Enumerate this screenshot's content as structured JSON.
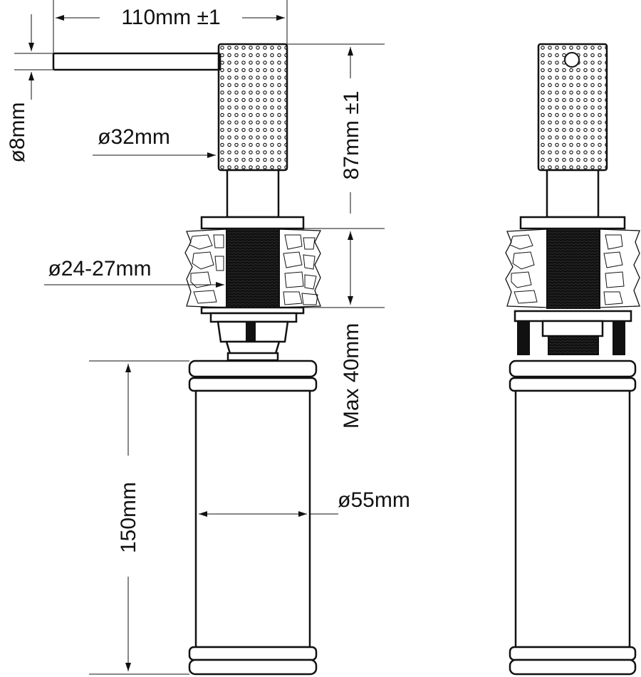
{
  "dimensions": {
    "spout_length": "110mm ±1",
    "spout_diameter": "ø8mm",
    "head_diameter": "ø32mm",
    "head_height": "87mm ±1",
    "thread_diameter": "ø24-27mm",
    "max_countertop": "Max 40mm",
    "bottle_height": "150mm",
    "bottle_diameter": "ø55mm"
  },
  "colors": {
    "line": "#111111",
    "background": "#ffffff"
  }
}
